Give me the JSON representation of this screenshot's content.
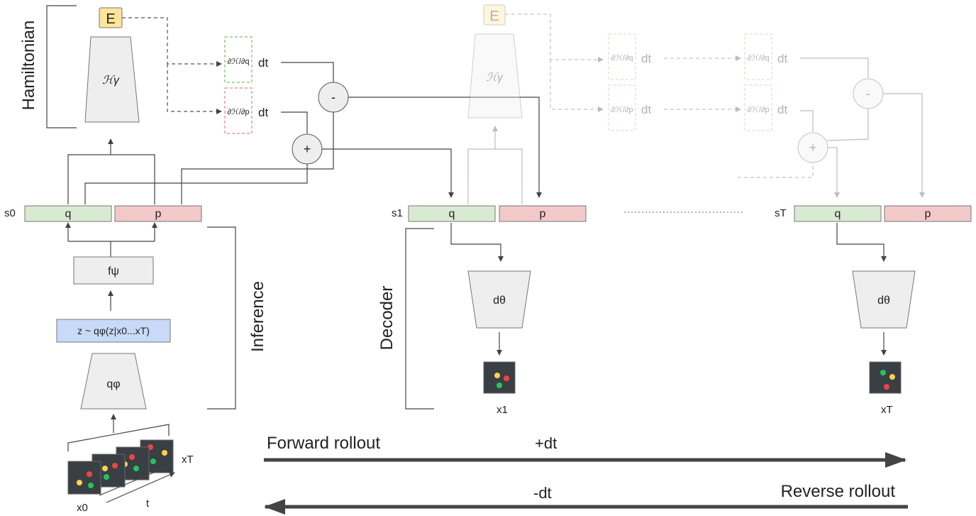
{
  "hamiltonian": {
    "side_label": "Hamiltonian",
    "energy_label": "E",
    "net_label": "ℋγ",
    "grad_q_label": "∂ℋ/∂q",
    "grad_p_label": "∂ℋ/∂p",
    "dt_label": "dt",
    "minus_label": "-",
    "plus_label": "+"
  },
  "states": {
    "s0": "s0",
    "s1": "s1",
    "sT": "sT",
    "q_label": "q",
    "p_label": "p"
  },
  "inference": {
    "side_label": "Inference",
    "f_label": "fψ",
    "z_label": "z ~ qφ(z|x0...xT)",
    "q_net_label": "qφ",
    "x0_label": "x0",
    "xT_label": "xT",
    "t_label": "t"
  },
  "decoder": {
    "side_label": "Decoder",
    "net_label": "dθ",
    "x1_label": "x1",
    "xT_label": "xT"
  },
  "rollout": {
    "forward_label": "Forward rollout",
    "forward_dt": "+dt",
    "reverse_label": "Reverse rollout",
    "reverse_dt": "-dt"
  },
  "colors": {
    "q_fill": "#d9ead3",
    "p_fill": "#f2c9c9",
    "z_fill": "#c9daf8",
    "energy_fill": "#ffe599",
    "grad_q_border": "#6aa84f",
    "grad_p_border": "#e06666"
  }
}
